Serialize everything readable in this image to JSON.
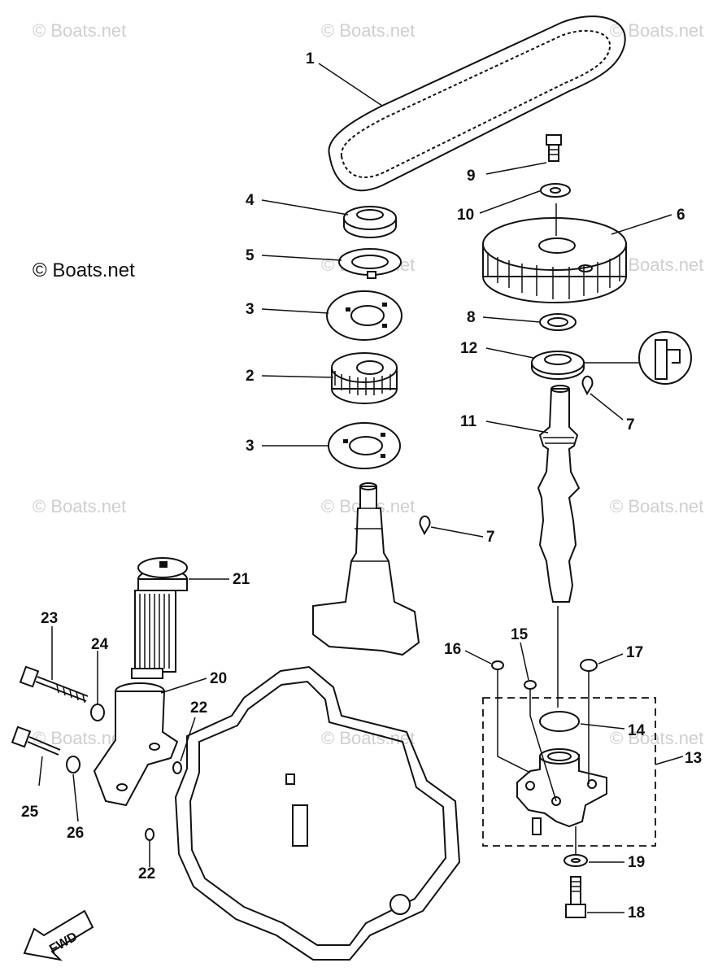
{
  "copyright": "© Boats.net",
  "watermark": "© Boats.net",
  "fwd_label": "FWD",
  "callouts": [
    "1",
    "4",
    "5",
    "3",
    "2",
    "3",
    "9",
    "10",
    "6",
    "8",
    "12",
    "7",
    "11",
    "7",
    "21",
    "23",
    "24",
    "20",
    "22",
    "25",
    "26",
    "22",
    "16",
    "15",
    "17",
    "14",
    "13",
    "19",
    "18"
  ]
}
